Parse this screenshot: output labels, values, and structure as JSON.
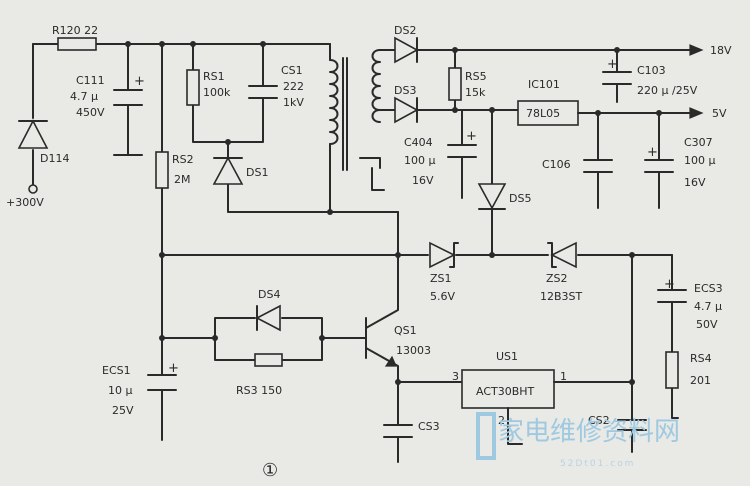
{
  "components": {
    "r120": "R120  22",
    "c111": [
      "C111",
      "4.7 μ",
      "450V"
    ],
    "d114": "D114",
    "vin": "+300V",
    "rs1": [
      "RS1",
      "100k"
    ],
    "cs1": [
      "CS1",
      "222",
      "1kV"
    ],
    "rs2": [
      "RS2",
      "2M"
    ],
    "ds1": "DS1",
    "ds2": "DS2",
    "ds3": "DS3",
    "rs5": [
      "RS5",
      "15k"
    ],
    "ic101": [
      "IC101",
      "78L05"
    ],
    "c103": [
      "C103",
      "220 μ /25V"
    ],
    "out18": "18V",
    "out5": "5V",
    "c404": [
      "C404",
      "100 μ",
      "16V"
    ],
    "c106": "C106",
    "c307": [
      "C307",
      "100 μ",
      "16V"
    ],
    "ds5": "DS5",
    "zs1": [
      "ZS1",
      "5.6V"
    ],
    "zs2": [
      "ZS2",
      "12B3ST"
    ],
    "ds4": "DS4",
    "rs3": "RS3  150",
    "qs1": [
      "QS1",
      "13003"
    ],
    "ecs1": [
      "ECS1",
      "10 μ",
      "25V"
    ],
    "ecs3": [
      "ECS3",
      "4.7 μ",
      "50V"
    ],
    "rs4": [
      "RS4",
      "201"
    ],
    "us1": [
      "US1",
      "ACT30BHT"
    ],
    "us1_pins": [
      "3",
      "1",
      "2"
    ],
    "cs2": "CS2",
    "cs3": "CS3",
    "figure_number": "①"
  },
  "watermark": {
    "text": "家电维修资料网",
    "url": "52Dt01.com"
  }
}
